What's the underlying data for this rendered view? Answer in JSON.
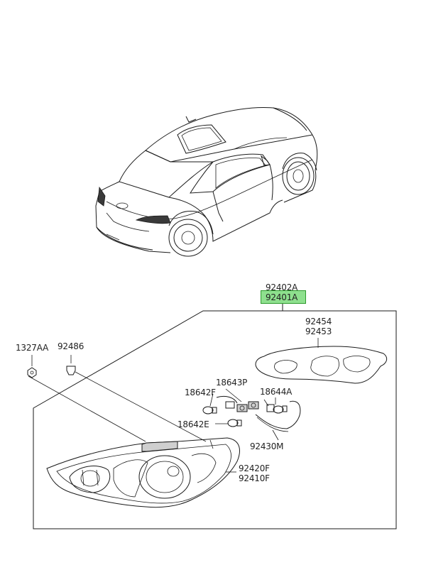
{
  "parts": {
    "p92402A": "92402A",
    "p92401A": "92401A",
    "p92454": "92454",
    "p92453": "92453",
    "p1327AA": "1327AA",
    "p92486": "92486",
    "p18643P": "18643P",
    "p18642F": "18642F",
    "p18644A": "18644A",
    "p18642E": "18642E",
    "p92430M": "92430M",
    "p92420F": "92420F",
    "p92410F": "92410F"
  },
  "highlight": {
    "part": "92401A",
    "color": "#8ee08e",
    "border": "#2e9a2e"
  }
}
